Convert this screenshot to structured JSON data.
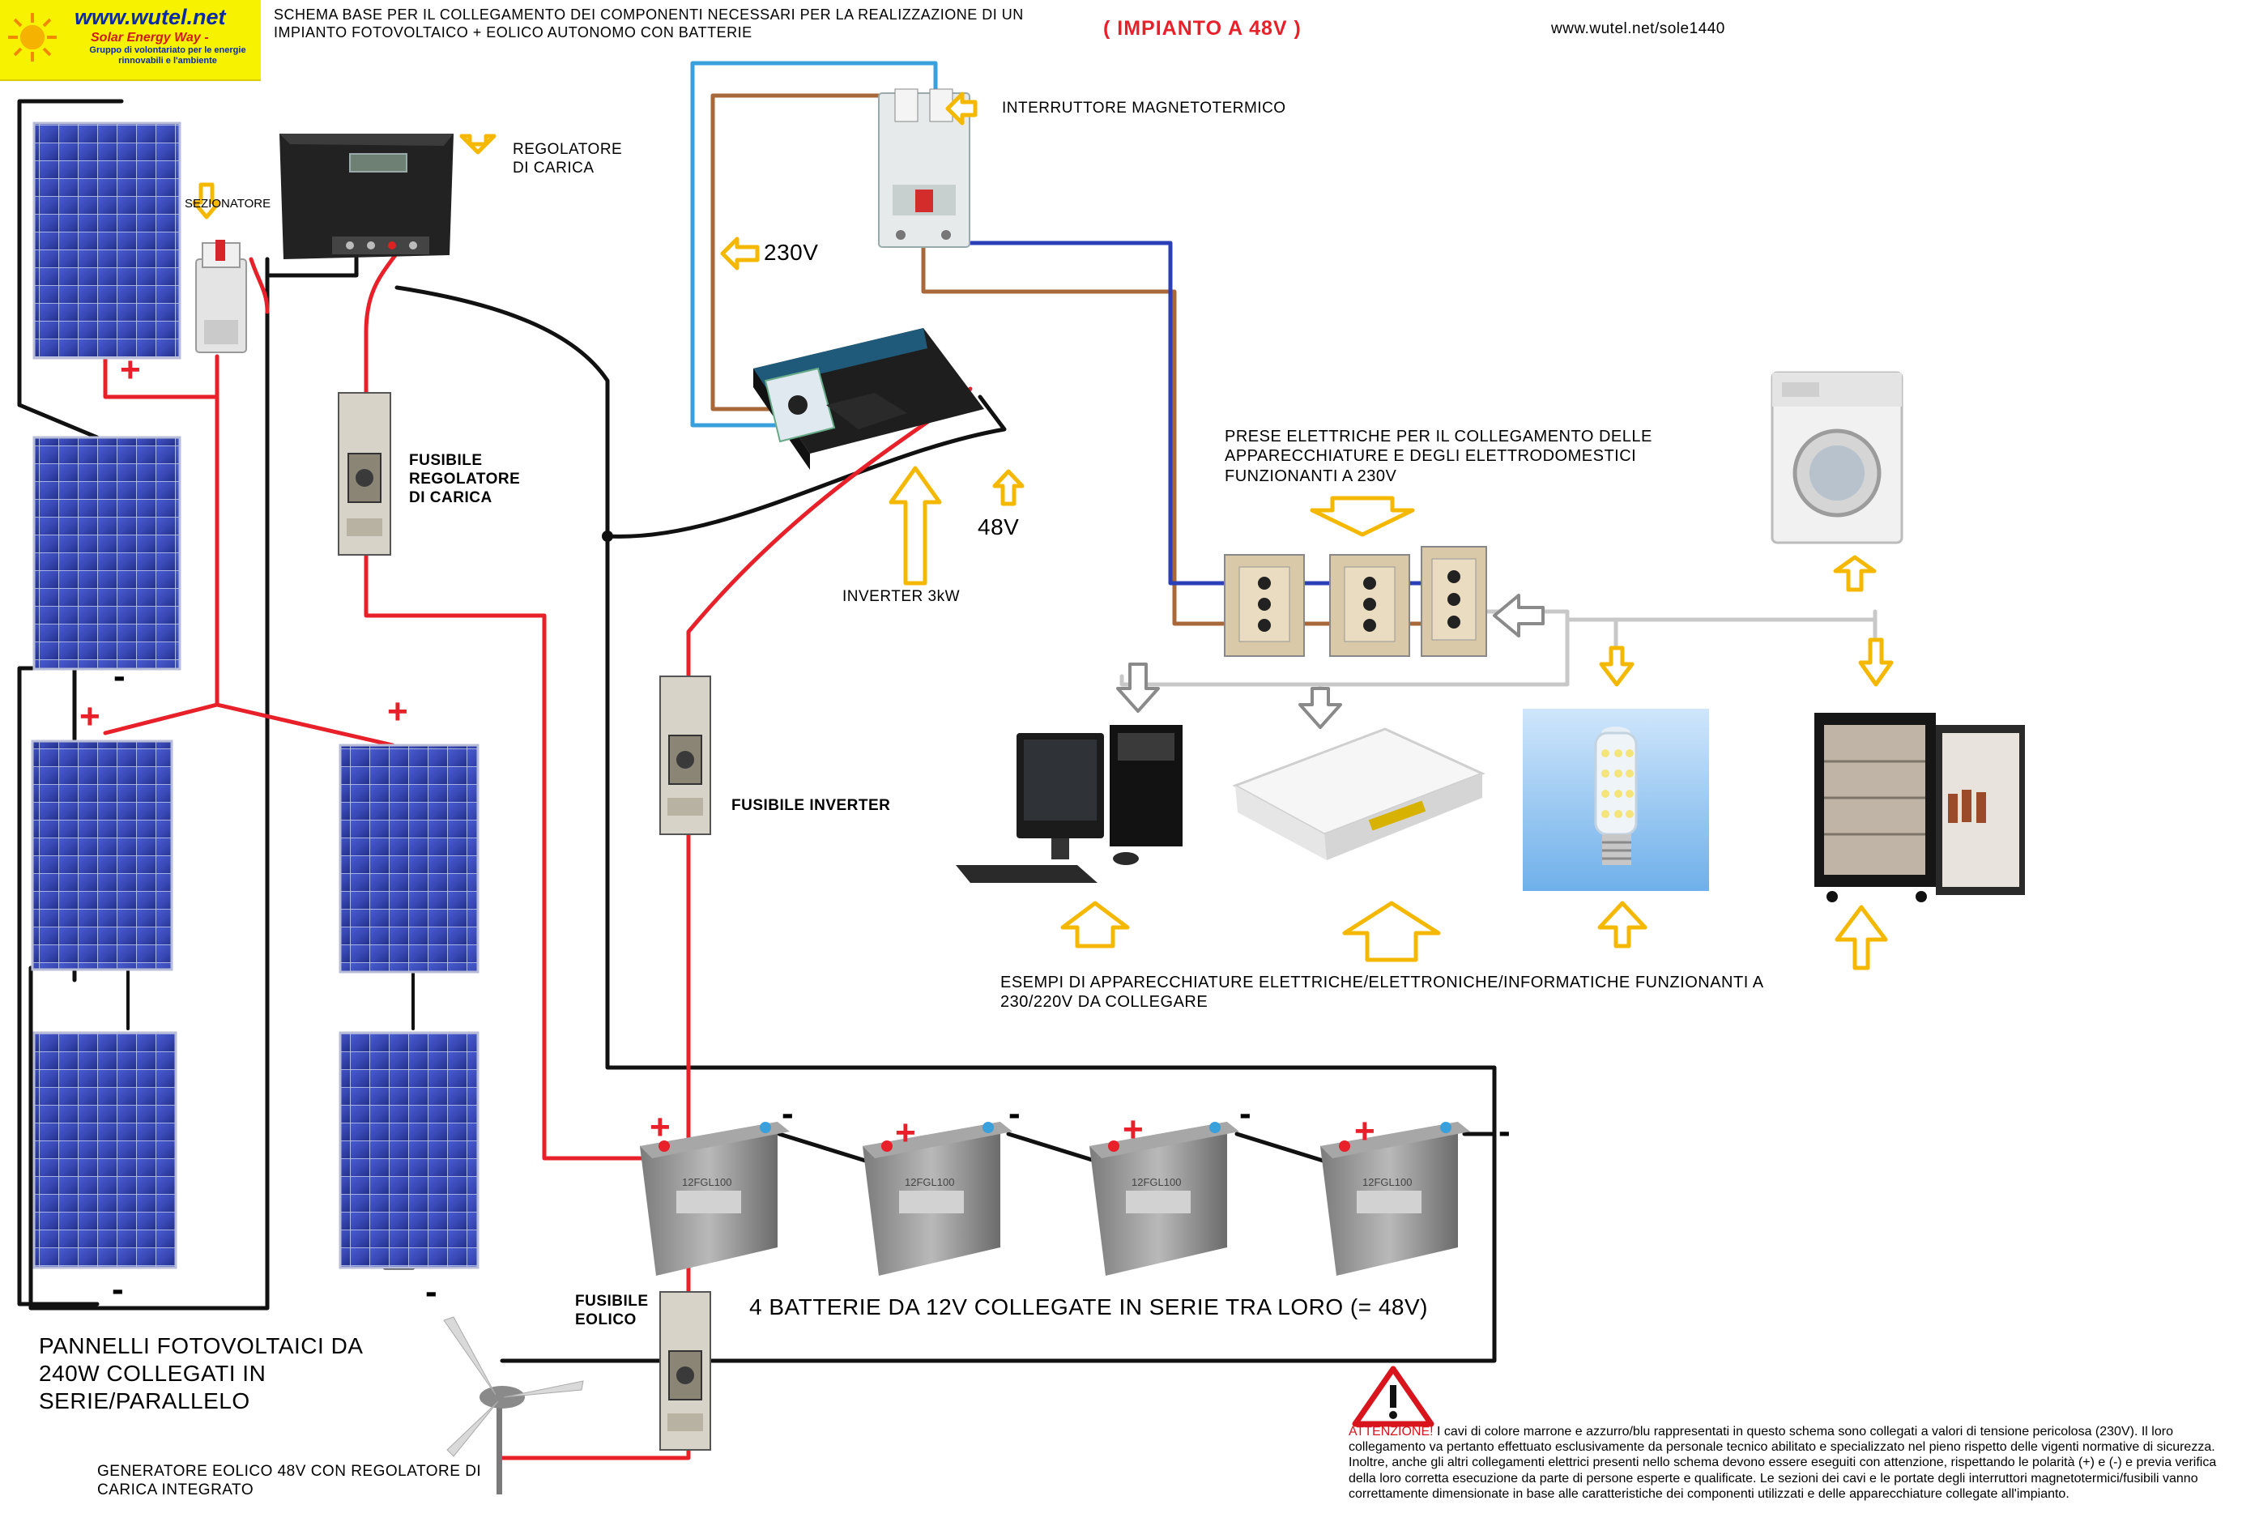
{
  "logo": {
    "site": "www.wutel.net",
    "tagline": "Solar Energy Way -",
    "description": "Gruppo di volontariato per le energie rinnovabili e l'ambiente"
  },
  "header": {
    "title": "SCHEMA BASE PER IL COLLEGAMENTO DEI COMPONENTI NECESSARI PER LA REALIZZAZIONE DI UN\nIMPIANTO FOTOVOLTAICO + EOLICO AUTONOMO CON BATTERIE",
    "system": "( IMPIANTO A 48V )",
    "url": "www.wutel.net/sole1440"
  },
  "labels": {
    "sezionatore": "SEZIONATORE",
    "regolatore": "REGOLATORE\nDI CARICA",
    "interruttore": "INTERRUTTORE MAGNETOTERMICO",
    "v230": "230V",
    "v48": "48V",
    "inverter": "INVERTER 3kW",
    "fusibile_regolatore": "FUSIBILE\nREGOLATORE\nDI CARICA",
    "fusibile_inverter": "FUSIBILE INVERTER",
    "fusibile_eolico": "FUSIBILE\nEOLICO",
    "prese": "PRESE ELETTRICHE PER IL COLLEGAMENTO DELLE\nAPPARECCHIATURE E DEGLI ELETTRODOMESTICI\nFUNZIONANTI A 230V",
    "esempi": "ESEMPI   DI APPARECCHIATURE ELETTRICHE/ELETTRONICHE/INFORMATICHE FUNZIONANTI A\n230/220V DA COLLEGARE",
    "batterie": "4 BATTERIE DA 12V COLLEGATE IN SERIE TRA LORO (= 48V)",
    "pannelli": "PANNELLI FOTOVOLTAICI DA\n 240W COLLEGATI IN\nSERIE/PARALLELO",
    "generatore": "GENERATORE EOLICO 48V CON REGOLATORE DI\nCARICA INTEGRATO",
    "plus": "+",
    "minus": "-"
  },
  "battery_model": "12FGL100",
  "warning": {
    "head": "ATTENZIONE!",
    "body": " I cavi di colore marrone e azzurro/blu rappresentati in questo schema sono collegati a valori di tensione pericolosa (230V). Il loro collegamento va pertanto effettuato esclusivamente da personale tecnico abilitato e specializzato nel pieno rispetto delle vigenti normative di sicurezza. Inoltre, anche gli altri collegamenti elettrici presenti nello schema devono essere eseguiti con attenzione, rispettando le polarità (+) e (-) e previa verifica della loro corretta esecuzione da parte di persone esperte e qualificate. Le sezioni dei cavi e le portate degli interruttori magnetotermici/fusibili vanno correttamente dimensionate in base alle caratteristiche dei componenti utilizzati e delle apparecchiature collegate all'impianto."
  },
  "colors": {
    "positive": "#e8202a",
    "negative": "#111111",
    "phase": "#a8683a",
    "neutral": "#2b3fb8",
    "ground": "#3aa0dc",
    "appliance_line": "#c8c8c8",
    "arrow_yellow": "#f5b800",
    "panel_blue": "#3949b8"
  },
  "icons": [
    "sun-icon",
    "solar-panel-icon",
    "disconnect-switch-icon",
    "charge-controller-icon",
    "fuse-icon",
    "circuit-breaker-icon",
    "inverter-icon",
    "outlet-icon",
    "washing-machine-icon",
    "computer-icon",
    "router-icon",
    "led-bulb-icon",
    "mini-fridge-icon",
    "battery-icon",
    "wind-turbine-icon",
    "warning-triangle-icon",
    "arrow-icon"
  ]
}
